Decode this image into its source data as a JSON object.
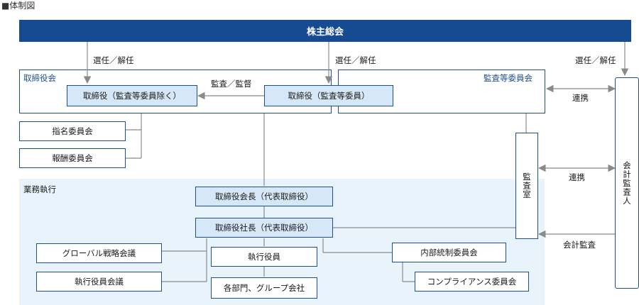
{
  "section_title": "■体制図",
  "shareholders_meeting": "株主総会",
  "elect_dismiss_1": "選任／解任",
  "elect_dismiss_2": "選任／解任",
  "elect_dismiss_3": "選任／解任",
  "board": {
    "label": "取締役会",
    "directors_excl": "取締役（監査等委員除く）",
    "directors_audit": "取締役（監査等委員）",
    "audit_supervise": "監査／監督"
  },
  "audit_committee": "監査等委員会",
  "nomination_committee": "指名委員会",
  "compensation_committee": "報酬委員会",
  "cooperation_1": "連携",
  "cooperation_2": "連携",
  "auditor": "会計監査人",
  "audit_office": "監査室",
  "accounting_audit": "会計監査",
  "business_execution": {
    "label": "業務執行",
    "chairman": "取締役会長（代表取締役）",
    "president": "取締役社長（代表取締役）",
    "global_strategy": "グローバル戦略会議",
    "exec_officers_meeting": "執行役員会議",
    "exec_officers": "執行役員",
    "divisions": "各部門、グループ会社",
    "internal_control": "内部統制委員会",
    "compliance": "コンプライアンス委員会"
  },
  "colors": {
    "header": "#164b92",
    "border": "#1d4f8f",
    "box_fill": "#d6e8f7",
    "exec_bg": "#e8f3fb",
    "line": "#8a8a8a"
  }
}
